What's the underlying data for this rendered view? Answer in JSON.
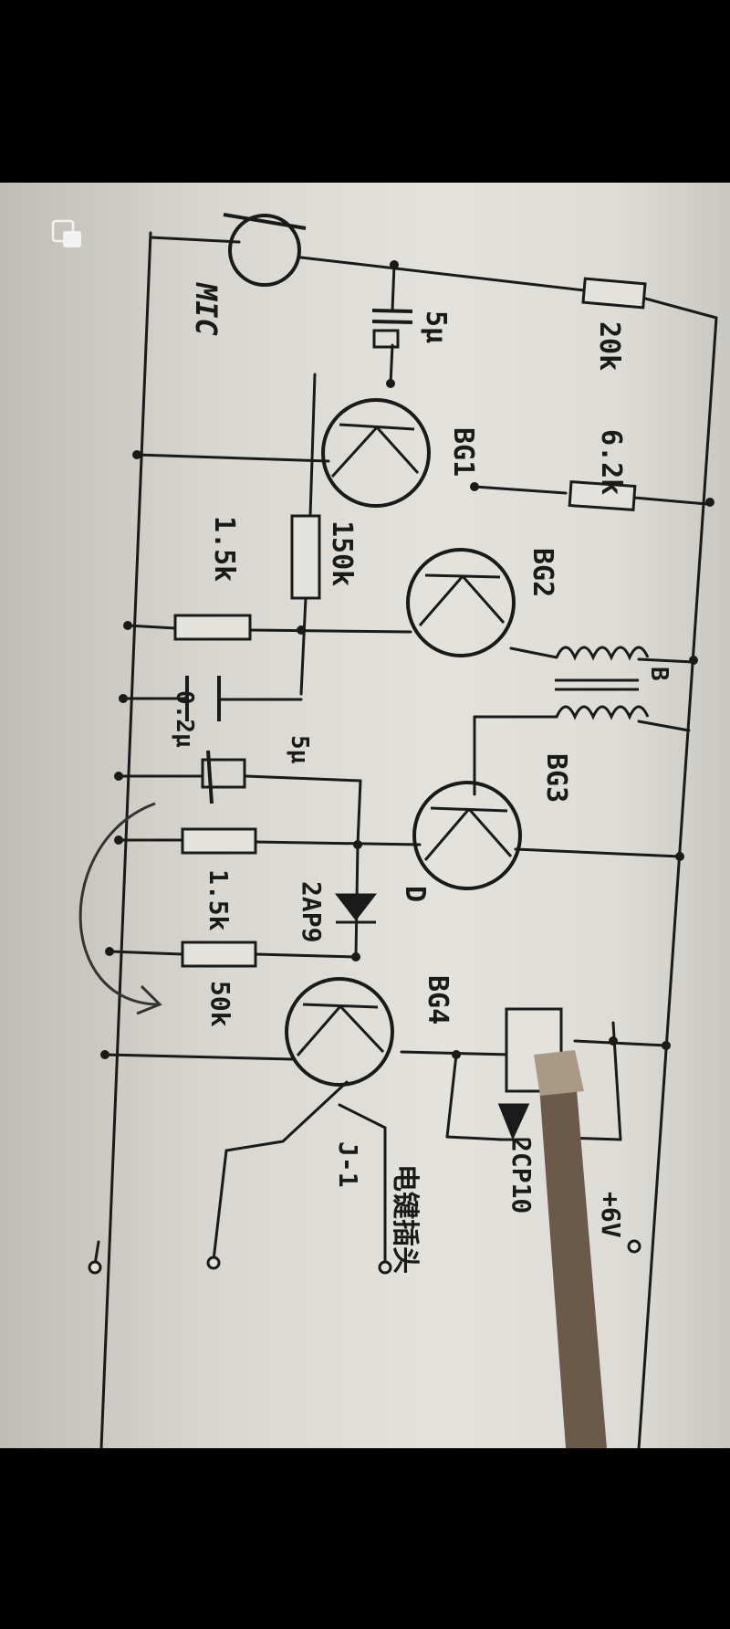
{
  "schematic": {
    "labels": {
      "r1": "20k",
      "r2": "6.2k",
      "r3": "150k",
      "r4": "1.5k",
      "r5": "1.5k",
      "r6": "50k",
      "c1": "5μ",
      "c2": "0.2μ",
      "c3": "5μ",
      "q1": "BG1",
      "q2": "BG2",
      "q3": "BG3",
      "q4": "BG4",
      "transformer": "B",
      "diode_name": "D",
      "diode_type": "2AP9",
      "zener": "2CP10",
      "mic": "MIC",
      "relay": "J-1",
      "supply": "+6V",
      "output": "电键插头"
    }
  },
  "colors": {
    "ink": "#1a1a1a",
    "paper": "#dedcd6",
    "background": "#000000"
  }
}
